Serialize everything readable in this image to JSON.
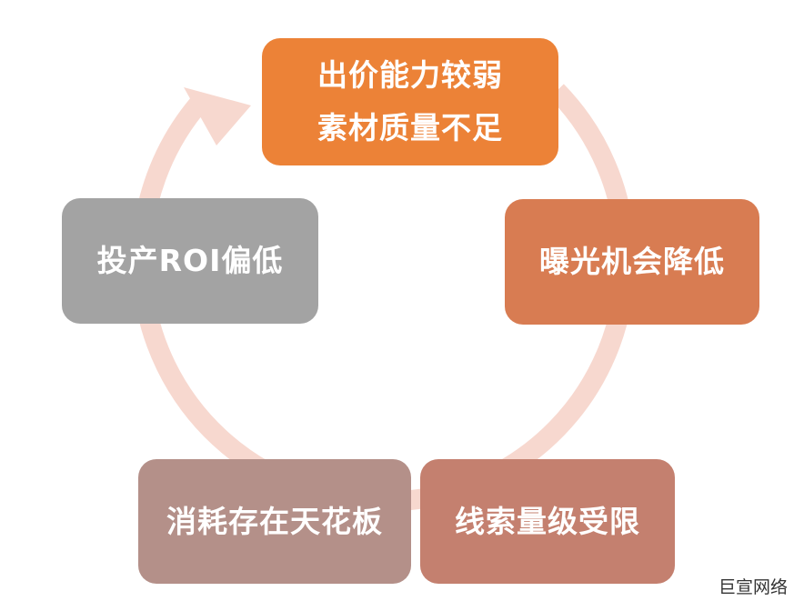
{
  "diagram": {
    "nodes": [
      {
        "lines": [
          "出价能力较弱",
          "素材质量不足"
        ],
        "color": "#ec8237"
      },
      {
        "lines": [
          "曝光机会降低"
        ],
        "color": "#d87c52"
      },
      {
        "lines": [
          "线索量级受限"
        ],
        "color": "#c4806f"
      },
      {
        "lines": [
          "消耗存在天花板"
        ],
        "color": "#b49089"
      },
      {
        "lines": [
          "投产ROI偏低"
        ],
        "color": "#a3a3a3"
      }
    ],
    "ring_color": "#f7d8cf"
  },
  "watermark": "巨宣网络"
}
